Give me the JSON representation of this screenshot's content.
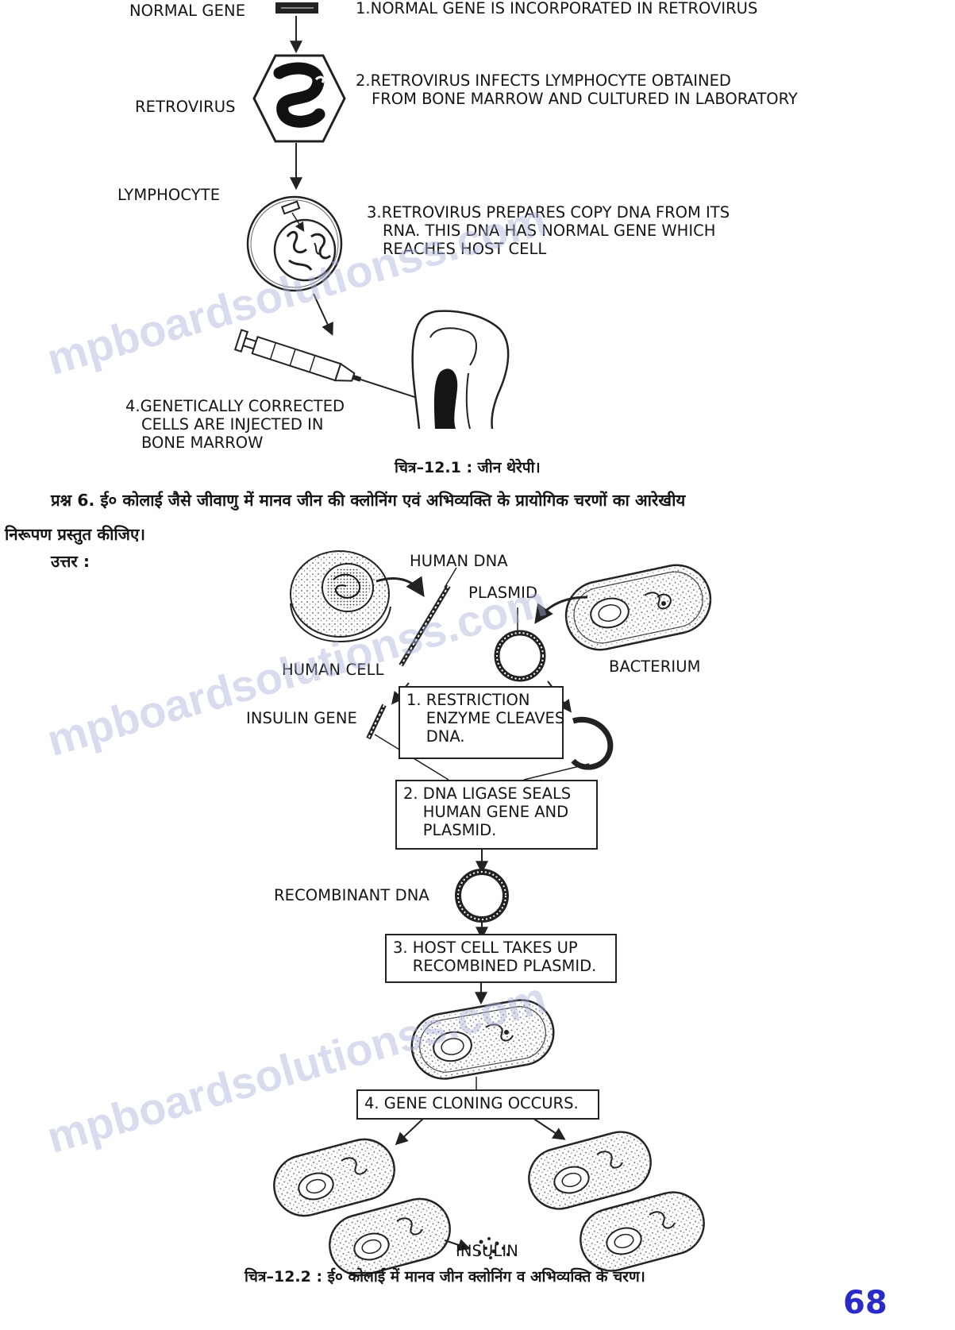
{
  "figure1": {
    "labels": {
      "normal_gene": "NORMAL GENE",
      "retrovirus": "RETROVIRUS",
      "lymphocyte": "LYMPHOCYTE"
    },
    "steps": {
      "step1": "1.NORMAL GENE IS INCORPORATED IN RETROVIRUS",
      "step2_l1": "2.RETROVIRUS INFECTS LYMPHOCYTE OBTAINED",
      "step2_l2": "FROM BONE MARROW AND CULTURED IN LABORATORY",
      "step3_l1": "3.RETROVIRUS PREPARES COPY DNA FROM ITS",
      "step3_l2": "RNA. THIS DNA HAS NORMAL GENE WHICH",
      "step3_l3": "REACHES HOST CELL",
      "step4_l1": "4.GENETICALLY CORRECTED",
      "step4_l2": "CELLS ARE INJECTED IN",
      "step4_l3": "BONE MARROW"
    },
    "caption": "चित्र–12.1 : जीन थेरेपी।"
  },
  "question": {
    "line1": "प्रश्न 6. ई० कोलाई जैसे जीवाणु में मानव जीन की क्लोनिंग एवं अभिव्यक्ति के प्रायोगिक चरणों का आरेखीय",
    "line2": "निरूपण प्रस्तुत कीजिए।",
    "answer": "उत्तर :"
  },
  "figure2": {
    "labels": {
      "human_dna": "HUMAN DNA",
      "plasmid": "PLASMID",
      "human_cell": "HUMAN CELL",
      "bacterium": "BACTERIUM",
      "insulin_gene": "INSULIN GENE",
      "recombinant_dna": "RECOMBINANT DNA",
      "insulin": "INSULIN"
    },
    "boxes": {
      "box1": "1. RESTRICTION\n    ENZYME CLEAVES\n    DNA.",
      "box2": "2. DNA LIGASE SEALS\n    HUMAN GENE AND\n    PLASMID.",
      "box3": "3. HOST CELL TAKES UP\n    RECOMBINED PLASMID.",
      "box4": "4. GENE CLONING OCCURS."
    },
    "caption": "चित्र–12.2 : ई० कोलाई में मानव जीन क्लोनिंग व अभिव्यक्ति के चरण।"
  },
  "watermark": "mpboardsolutionss.com",
  "page_number": "68"
}
